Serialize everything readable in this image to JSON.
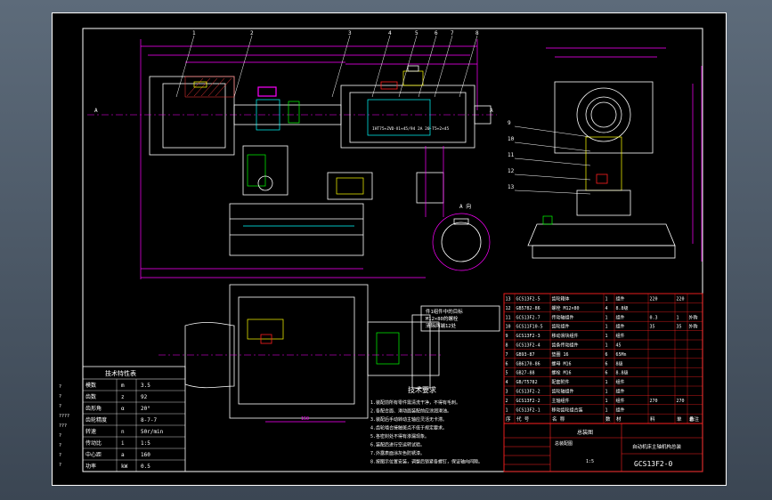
{
  "title_block": {
    "drawing_number": "GCS13F2-0",
    "drawing_name": "总装图",
    "drawing_desc": "自动机床主轴机构总装",
    "drawing_sub": "总装配图",
    "scale": "1:5"
  },
  "tech_specs": {
    "title": "技术特性表",
    "rows": [
      [
        "模",
        "数",
        "m",
        "3.5"
      ],
      [
        "齿",
        "数",
        "z",
        "92"
      ],
      [
        "齿形角",
        "",
        "α",
        "20°"
      ],
      [
        "齿轮精度",
        "",
        "",
        "8-7-7"
      ],
      [
        "转速",
        "",
        "n",
        "50r/min"
      ],
      [
        "传动比",
        "",
        "i",
        "1:5"
      ],
      [
        "中心距",
        "",
        "a",
        "160"
      ],
      [
        "功率",
        "",
        "kW",
        "0.5"
      ]
    ],
    "side_marks": [
      "?",
      "?",
      "?",
      "????",
      "???",
      "?",
      "?",
      "?",
      "?"
    ]
  },
  "tech_requirements": {
    "title": "技术要求",
    "items": [
      "1.装配前所有零件需清洗干净，不得有毛刺。",
      "2.各配合面、滑动面装配前应涂润滑油。",
      "3.装配后手动转动主轴应灵活无卡滞。",
      "4.齿轮啮合接触斑点不低于规定要求。",
      "5.各密封处不得有渗漏现象。",
      "6.装配后进行空运转试验。",
      "7.外露表面涂灰色防锈漆。",
      "8.按图示位置安装，调整后锁紧各螺钉，保证轴向间隙。"
    ]
  },
  "note_box": {
    "lines": [
      "件1组件中的目标",
      "M12×80的螺栓",
      "清除两端12处"
    ]
  },
  "bom": {
    "header": [
      "序",
      "代 号",
      "名 称",
      "数",
      "材",
      "料",
      "单",
      "总",
      "备注"
    ],
    "rows": [
      [
        "13",
        "GCS13F2-5",
        "齿轮箱体",
        "1",
        "组件",
        "",
        "220",
        "220",
        ""
      ],
      [
        "12",
        "GB5782-86",
        "螺栓 M12×80",
        "4",
        "8.8级",
        "",
        "",
        "",
        ""
      ],
      [
        "11",
        "GCS13F2-7",
        "传动轴组件",
        "1",
        "组件",
        "",
        "0.3",
        "1",
        "外购"
      ],
      [
        "10",
        "GCS11F10-5",
        "齿轮组件",
        "1",
        "组件",
        "",
        "35",
        "35",
        "外购"
      ],
      [
        "9",
        "GCS13F2-3",
        "移动滑块组件",
        "1",
        "组件",
        "",
        "",
        "",
        ""
      ],
      [
        "8",
        "GCS13F2-4",
        "齿条传动组件",
        "1",
        "45",
        "",
        "",
        "",
        ""
      ],
      [
        "7",
        "GB93-87",
        "垫圈 16",
        "6",
        "65Mn",
        "",
        "",
        "",
        ""
      ],
      [
        "6",
        "GB6170-86",
        "螺母 M16",
        "6",
        "8级",
        "",
        "",
        "",
        ""
      ],
      [
        "5",
        "GB27-88",
        "螺栓 M16",
        "6",
        "8.8级",
        "",
        "",
        "",
        ""
      ],
      [
        "4",
        "GB/T5782",
        "配套附件",
        "1",
        "组件",
        "",
        "",
        "",
        ""
      ],
      [
        "3",
        "GCS13F2-2",
        "齿轮轴组件",
        "1",
        "组件",
        "",
        "",
        "",
        ""
      ],
      [
        "2",
        "GCS13F2-2",
        "主轴组件",
        "1",
        "组件",
        "",
        "270",
        "270",
        ""
      ],
      [
        "1",
        "GCS13F2-1",
        "移动齿轮组合装",
        "1",
        "组件",
        "",
        "",
        "",
        ""
      ]
    ]
  },
  "labels": {
    "leaders_top": [
      "1",
      "2",
      "3",
      "4",
      "5",
      "6",
      "7",
      "8"
    ],
    "leaders_right": [
      "9",
      "10",
      "11",
      "12",
      "13"
    ],
    "section_a_left": "A",
    "section_a_right": "A",
    "view_a": "A 向",
    "center_note": "IHT75+ZVD·Ⅱ1+45/94 2A\n20·T5+2×45",
    "callout_value": "150"
  }
}
